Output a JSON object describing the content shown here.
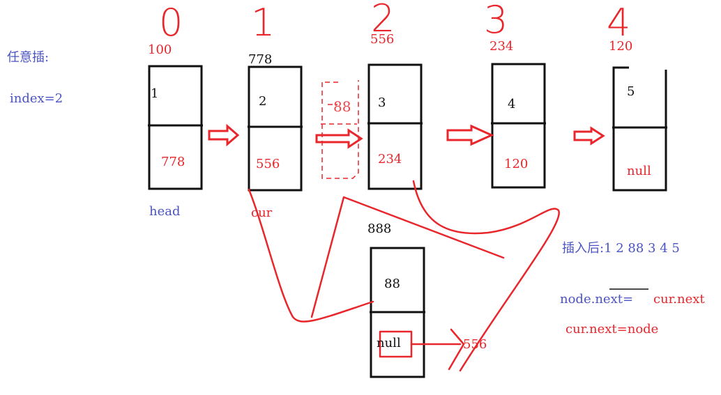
{
  "title": "任意插:",
  "index_label": "index=2",
  "index_digits": [
    "0",
    "1",
    "2",
    "3",
    "4"
  ],
  "nodes": [
    {
      "addr": "100",
      "val": "1",
      "next": "778"
    },
    {
      "addr": "778",
      "val": "2",
      "next": "556"
    },
    {
      "addr": "556",
      "val": "3",
      "next": "234"
    },
    {
      "addr": "234",
      "val": "4",
      "next": "120"
    },
    {
      "addr": "120",
      "val": "5",
      "next": "null"
    }
  ],
  "ghost_value": "88",
  "head_label": "head",
  "cur_label": "cur",
  "new_node": {
    "addr": "888",
    "val": "88",
    "next": "null"
  },
  "pointer_target": "556",
  "after_insert": "插入后:1 2 88  3 4 5",
  "code_line_1_left": "node.next=",
  "code_line_1_right": "cur.next",
  "code_line_2": "cur.next=node",
  "colors": {
    "red": "#e8262b",
    "blue": "#4a53c2",
    "black": "#111111"
  }
}
